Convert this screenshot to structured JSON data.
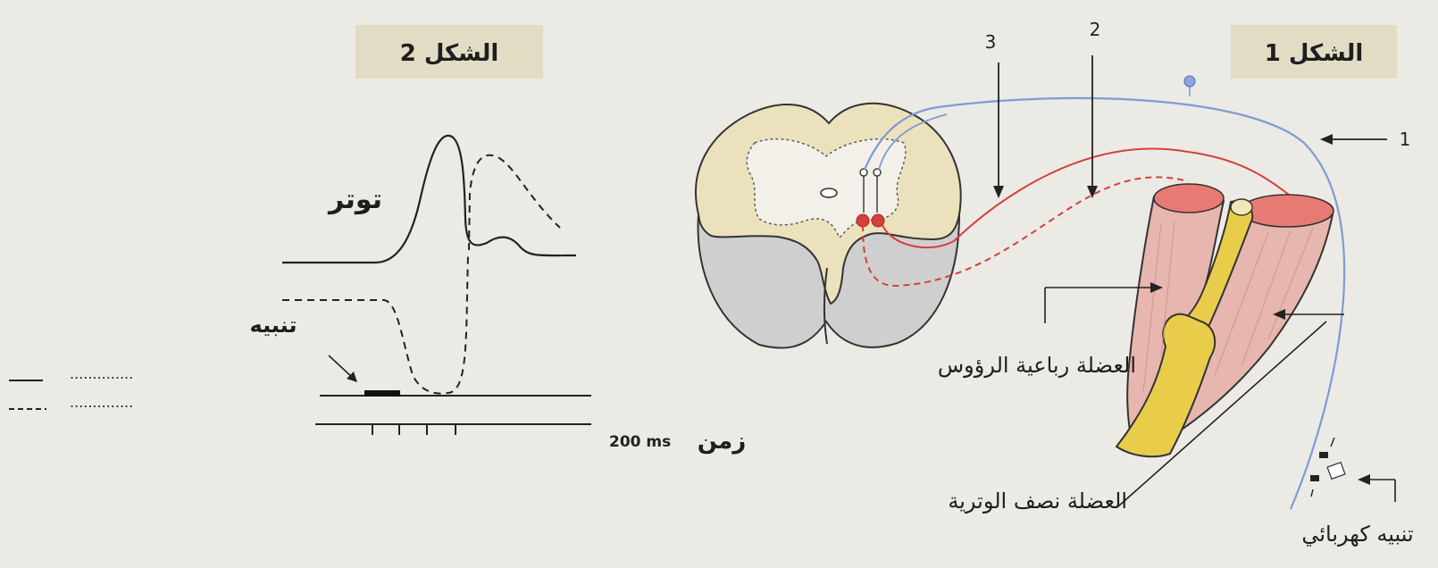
{
  "figure1": {
    "title": "الشكل 1",
    "arrow_labels": [
      "1",
      "2",
      "3"
    ],
    "quadriceps_label": "العضلة رباعية الرؤوس",
    "semitendinosus_label": "العضلة نصف الوترية",
    "stimulus_label": "تنبيه كهربائي"
  },
  "figure2": {
    "title": "الشكل 2",
    "tension_label": "توتر",
    "stimulus_label": "تنبيه",
    "time_label": "زمن",
    "scale_label": "200 ms"
  },
  "legend": {
    "solid_entry": "..............",
    "dashed_entry": ".............."
  },
  "colors": {
    "background": "#eceae4",
    "title_box": "#e2dcc4",
    "grey_matter": "#ece1bd",
    "white_matter": "#cfcfcf",
    "sensory_nerve": "#7f9ad6",
    "motor_nerve": "#d4403c",
    "muscle": "#e7b6ae",
    "bone": "#e9cd4a"
  }
}
